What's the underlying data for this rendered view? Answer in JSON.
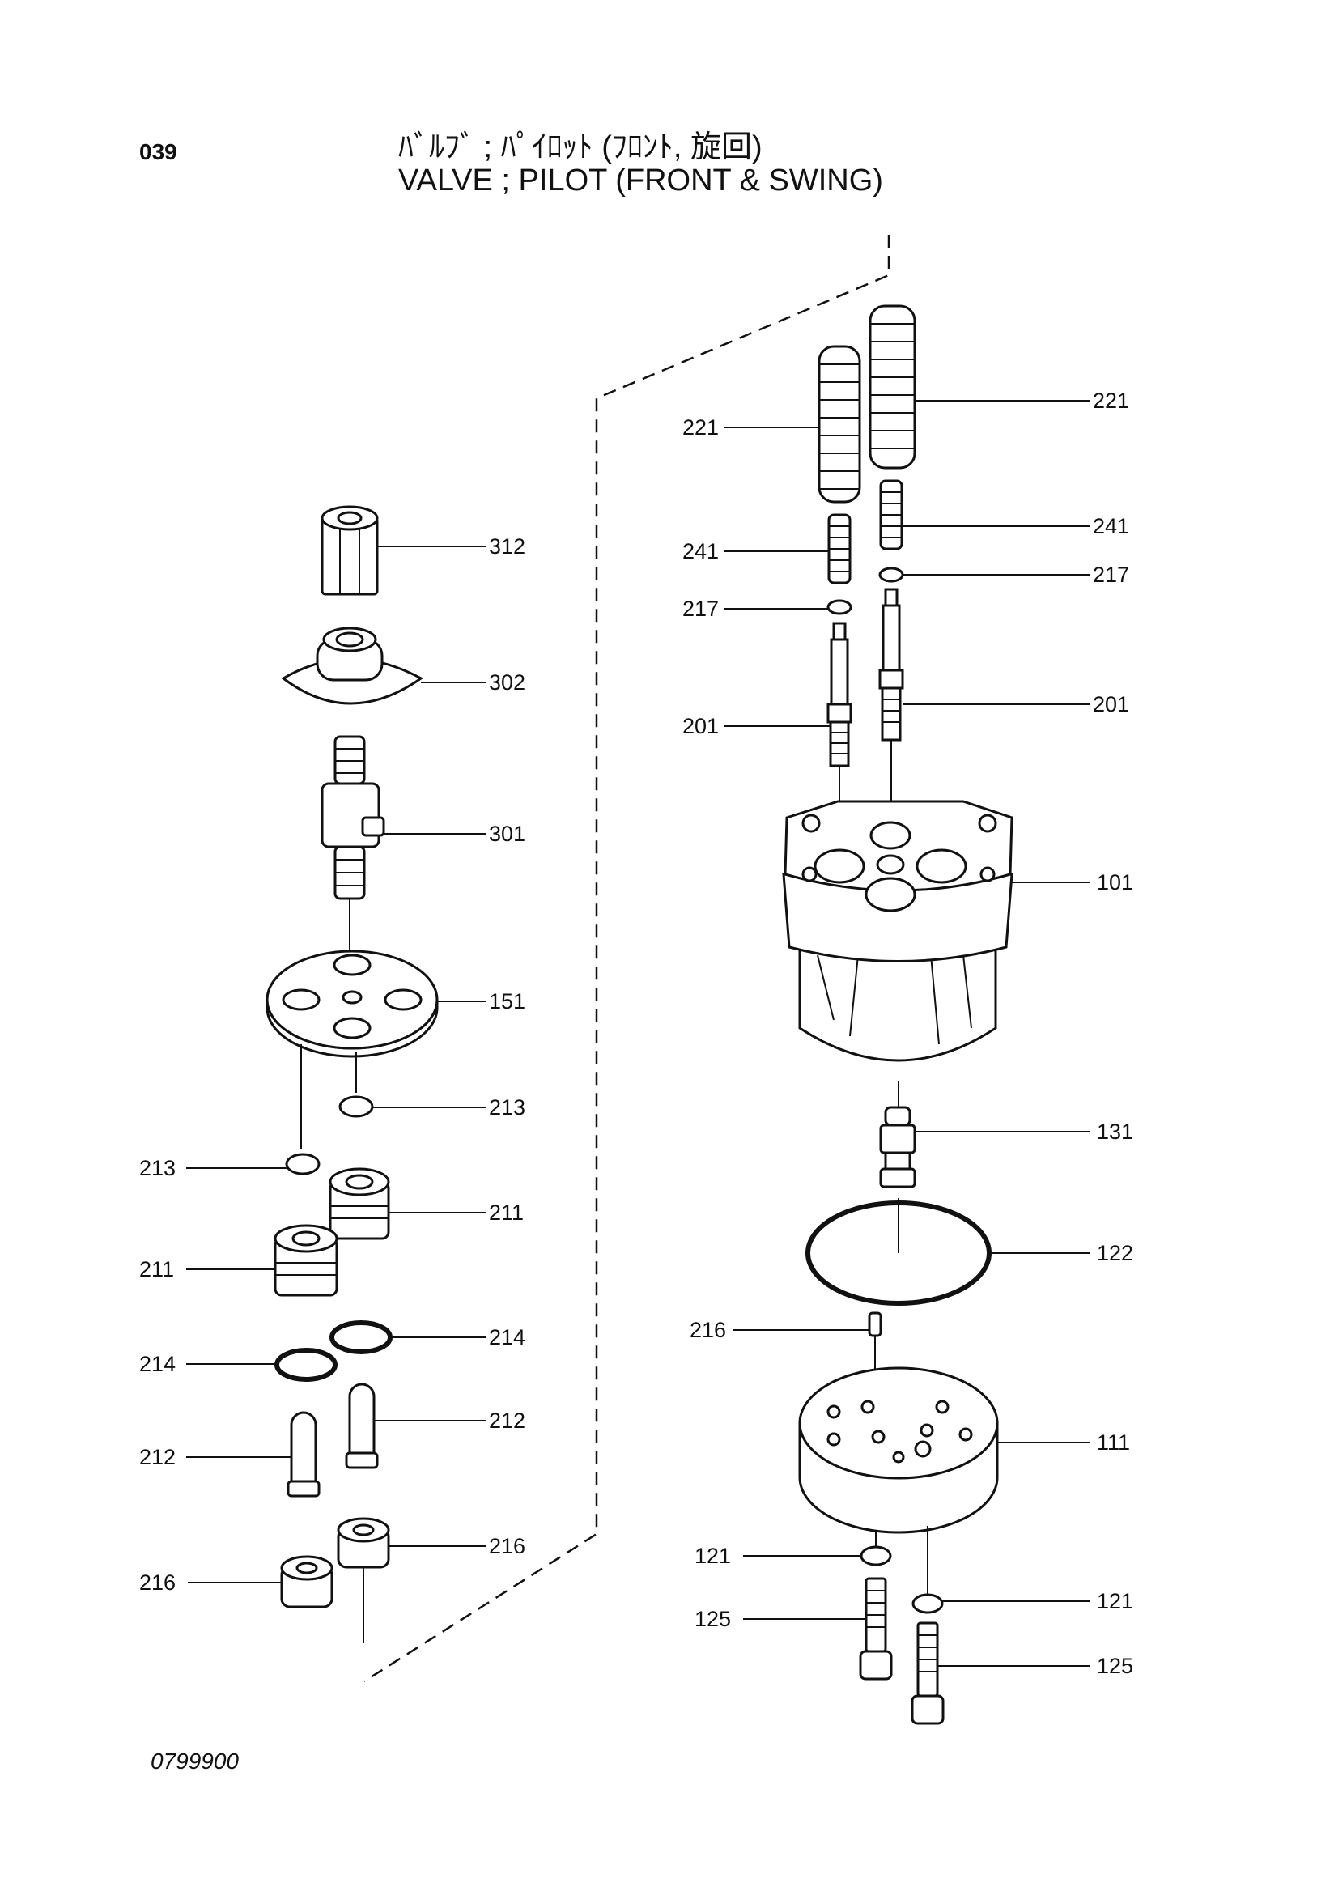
{
  "header": {
    "page_number": "039",
    "title_jp": "ﾊﾞﾙﾌﾞ ; ﾊﾟｲﾛｯﾄ (ﾌﾛﾝﾄ, 旋回)",
    "title_en": "VALVE ; PILOT (FRONT & SWING)"
  },
  "footer": {
    "drawing_code": "0799900"
  },
  "callouts": {
    "c221a": "221",
    "c221b": "221",
    "c241a": "241",
    "c241b": "241",
    "c217a": "217",
    "c217b": "217",
    "c201a": "201",
    "c201b": "201",
    "c101": "101",
    "c131": "131",
    "c122": "122",
    "c216r": "216",
    "c111": "111",
    "c121a": "121",
    "c121b": "121",
    "c125a": "125",
    "c125b": "125",
    "c312": "312",
    "c302": "302",
    "c301": "301",
    "c151": "151",
    "c213a": "213",
    "c213b": "213",
    "c211a": "211",
    "c211b": "211",
    "c214a": "214",
    "c214b": "214",
    "c212a": "212",
    "c212b": "212",
    "c216a": "216",
    "c216b": "216"
  }
}
